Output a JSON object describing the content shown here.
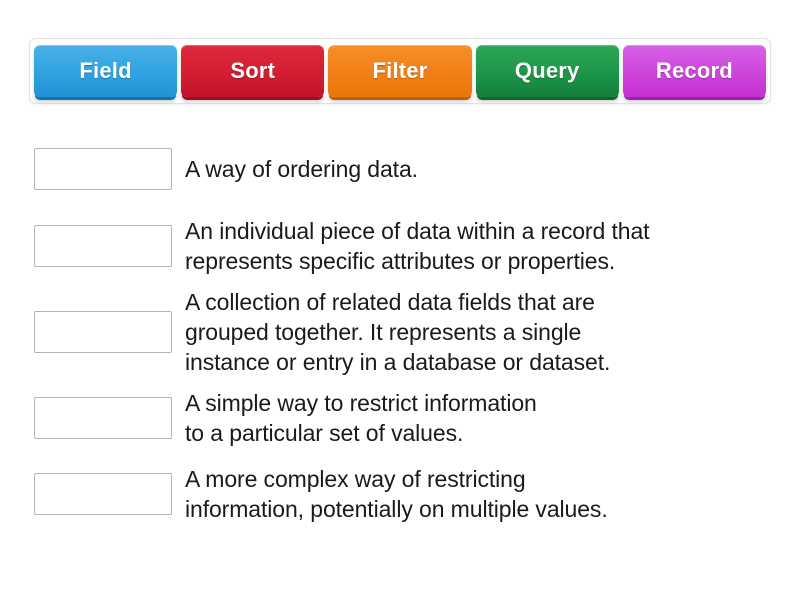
{
  "activity": {
    "type": "match-up",
    "background_color": "#ffffff"
  },
  "tray": {
    "name": "answer-tiles-tray",
    "tiles": [
      {
        "label": "Field",
        "color": "#35a5e2",
        "theme": "blue"
      },
      {
        "label": "Sort",
        "color": "#d62032",
        "theme": "red"
      },
      {
        "label": "Filter",
        "color": "#f4821a",
        "theme": "orange"
      },
      {
        "label": "Query",
        "color": "#1f9a4c",
        "theme": "green"
      },
      {
        "label": "Record",
        "color": "#cf4add",
        "theme": "magenta"
      }
    ]
  },
  "rows": [
    {
      "slot_value": "",
      "definition": "A way of ordering data.",
      "lines": 1
    },
    {
      "slot_value": "",
      "definition": "An individual piece of data within a record that\nrepresents specific attributes or properties.",
      "lines": 2
    },
    {
      "slot_value": "",
      "definition": "A collection of related data fields that are\ngrouped together. It represents a single\ninstance or entry in a database or dataset.",
      "lines": 3
    },
    {
      "slot_value": "",
      "definition": "A simple way to restrict information\nto a particular set of values.",
      "lines": 2
    },
    {
      "slot_value": "",
      "definition": "A more complex way of restricting\ninformation, potentially on multiple values.",
      "lines": 2
    }
  ]
}
